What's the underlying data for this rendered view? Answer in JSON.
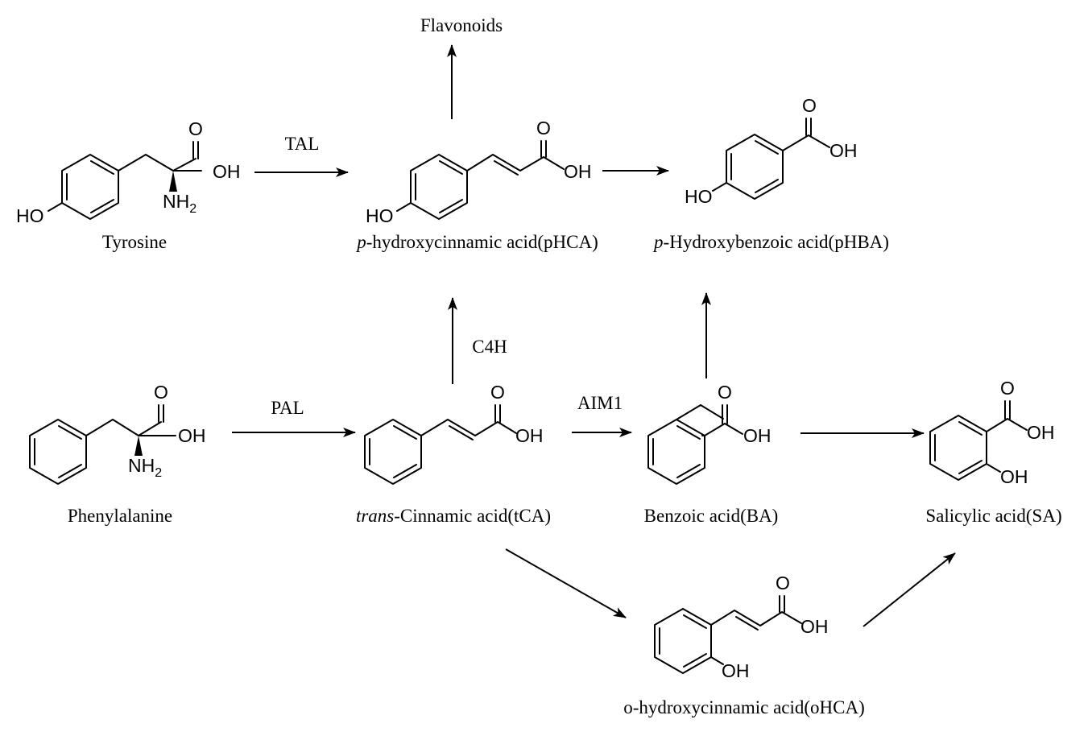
{
  "colors": {
    "ink": "#000000",
    "background": "#ffffff"
  },
  "compounds": {
    "tyrosine": "Tyrosine",
    "phenylalanine": "Phenylalanine",
    "phca_prefix": "p",
    "phca_rest": "-hydroxycinnamic acid(pHCA)",
    "phba_prefix": "p",
    "phba_rest": "-Hydroxybenzoic acid(pHBA)",
    "tca_prefix": "trans",
    "tca_rest": "-Cinnamic acid(tCA)",
    "ba": "Benzoic acid(BA)",
    "sa": "Salicylic acid(SA)",
    "ohca": "o-hydroxycinnamic acid(oHCA)",
    "flavonoids": "Flavonoids"
  },
  "enzymes": {
    "tal": "TAL",
    "pal": "PAL",
    "c4h": "C4H",
    "aim1": "AIM1"
  },
  "atoms": {
    "oxygen": "O",
    "hydroxyl": "OH",
    "hydroxyl_left": "HO",
    "amine": "NH",
    "amine_sub": "2"
  }
}
